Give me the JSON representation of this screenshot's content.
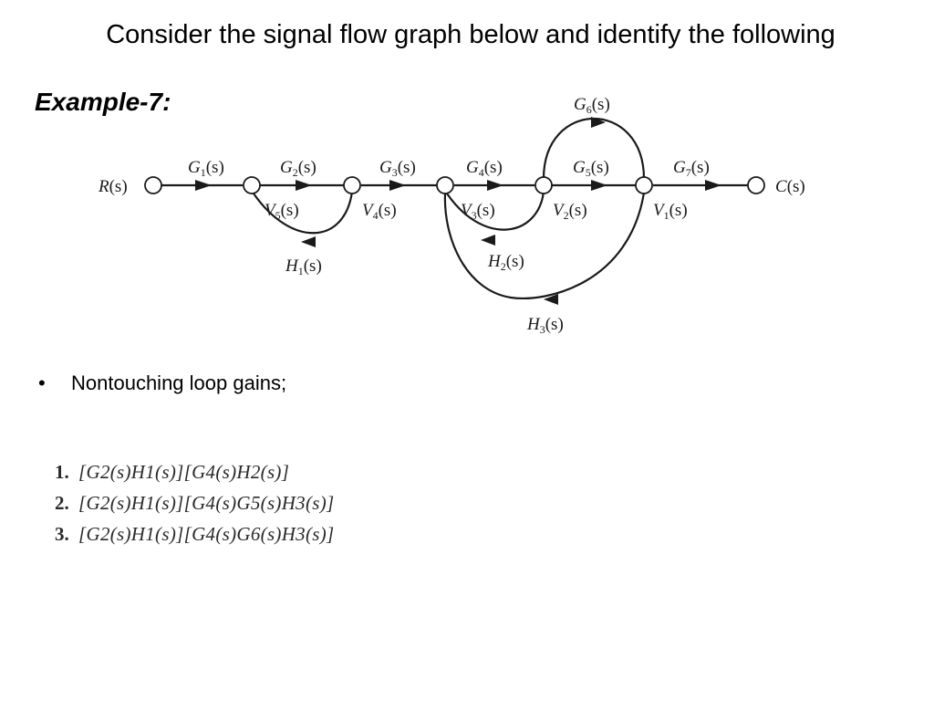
{
  "slide": {
    "title": "Consider the signal flow graph below and identify the following",
    "example_label": "Example-7:"
  },
  "signal_flow_graph": {
    "input_node": "R(s)",
    "output_node": "C(s)",
    "node_variables": [
      "V5(s)",
      "V4(s)",
      "V3(s)",
      "V2(s)",
      "V1(s)"
    ],
    "forward_gains": [
      "G1(s)",
      "G2(s)",
      "G3(s)",
      "G4(s)",
      "G5(s)",
      "G7(s)"
    ],
    "bypass_gain": "G6(s)",
    "feedback_gains": [
      "H1(s)",
      "H2(s)",
      "H3(s)"
    ],
    "labels": {
      "R": {
        "base": "R",
        "sub": "",
        "arg": "(s)"
      },
      "C": {
        "base": "C",
        "sub": "",
        "arg": "(s)"
      },
      "G1": {
        "base": "G",
        "sub": "1",
        "arg": "(s)"
      },
      "G2": {
        "base": "G",
        "sub": "2",
        "arg": "(s)"
      },
      "G3": {
        "base": "G",
        "sub": "3",
        "arg": "(s)"
      },
      "G4": {
        "base": "G",
        "sub": "4",
        "arg": "(s)"
      },
      "G5": {
        "base": "G",
        "sub": "5",
        "arg": "(s)"
      },
      "G6": {
        "base": "G",
        "sub": "6",
        "arg": "(s)"
      },
      "G7": {
        "base": "G",
        "sub": "7",
        "arg": "(s)"
      },
      "V5": {
        "base": "V",
        "sub": "5",
        "arg": "(s)"
      },
      "V4": {
        "base": "V",
        "sub": "4",
        "arg": "(s)"
      },
      "V3": {
        "base": "V",
        "sub": "3",
        "arg": "(s)"
      },
      "V2": {
        "base": "V",
        "sub": "2",
        "arg": "(s)"
      },
      "V1": {
        "base": "V",
        "sub": "1",
        "arg": "(s)"
      },
      "H1": {
        "base": "H",
        "sub": "1",
        "arg": "(s)"
      },
      "H2": {
        "base": "H",
        "sub": "2",
        "arg": "(s)"
      },
      "H3": {
        "base": "H",
        "sub": "3",
        "arg": "(s)"
      }
    }
  },
  "question": {
    "bullet": "•",
    "text": "Nontouching loop gains;"
  },
  "answers": [
    {
      "number": "1.",
      "expression": "[G2(s)H1(s)][G4(s)H2(s)]"
    },
    {
      "number": "2.",
      "expression": "[G2(s)H1(s)][G4(s)G5(s)H3(s)]"
    },
    {
      "number": "3.",
      "expression": "[G2(s)H1(s)][G4(s)G6(s)H3(s)]"
    }
  ]
}
